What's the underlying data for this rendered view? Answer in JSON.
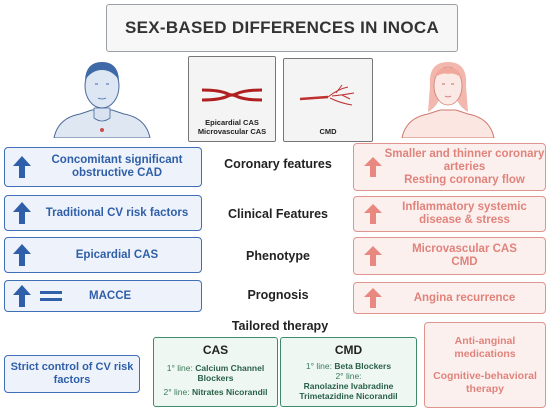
{
  "title": "SEX-BASED DIFFERENCES IN INOCA",
  "top_boxes": {
    "vessel_box": {
      "line1": "Epicardial CAS",
      "line2": "Microvascular CAS"
    },
    "cmd_box": {
      "label": "CMD"
    }
  },
  "figures": {
    "male_icon": "male-figure",
    "female_icon": "female-figure"
  },
  "rows": [
    {
      "label": "Coronary features",
      "male_text": "Concomitant significant obstructive CAD",
      "female_text_1": "Smaller and thinner coronary arteries",
      "female_text_2": "Resting coronary flow"
    },
    {
      "label": "Clinical Features",
      "male_text": "Traditional CV risk factors",
      "female_text": "Inflammatory systemic disease & stress"
    },
    {
      "label": "Phenotype",
      "male_text": "Epicardial CAS",
      "female_text_1": "Microvascular CAS",
      "female_text_2": "CMD"
    },
    {
      "label": "Prognosis",
      "male_text": "MACCE",
      "female_text": "Angina recurrence"
    }
  ],
  "therapy": {
    "title": "Tailored therapy",
    "male_box": "Strict control of CV risk factors",
    "cas": {
      "title": "CAS",
      "first_prefix": "1° line:",
      "first_value": "Calcium Channel Blockers",
      "second_prefix": "2° line:",
      "second_value": "Nitrates Nicorandil"
    },
    "cmd": {
      "title": "CMD",
      "first_prefix": "1° line:",
      "first_value": "Beta Blockers",
      "second_prefix": "2° line:",
      "second_value_1": "Ranolazine Ivabradine",
      "second_value_2": "Trimetazidine Nicorandil"
    },
    "female_box_1": "Anti-anginal medications",
    "female_box_2": "Cognitive-behavioral therapy"
  },
  "colors": {
    "male": "#2f5fa8",
    "female": "#e0837b",
    "green": "#3f8a6a"
  }
}
